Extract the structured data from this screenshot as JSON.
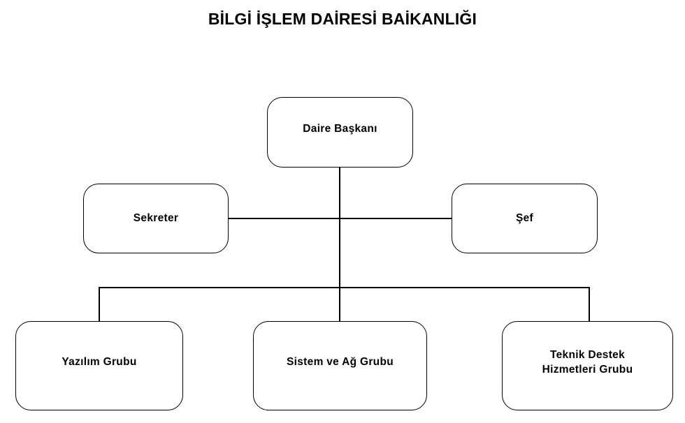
{
  "diagram": {
    "title": "BİLGİ İŞLEM DAİRESİ BAİKANLIĞI",
    "type": "organizational-chart",
    "colors": {
      "background": "#ffffff",
      "box_border": "#000000",
      "box_fill": "#ffffff",
      "line": "#000000",
      "text": "#000000"
    },
    "nodes": {
      "head": {
        "label": "Daire Başkanı",
        "level": 1
      },
      "secretary": {
        "label": "Sekreter",
        "level": 2
      },
      "chief": {
        "label": "Şef",
        "level": 2
      },
      "group_software": {
        "label": "Yazılım  Grubu",
        "level": 3
      },
      "group_system_network": {
        "label": "Sistem  ve Ağ Grubu",
        "level": 3
      },
      "group_technical_support": {
        "label": "Teknik Destek\nHizmetleri  Grubu",
        "level": 3
      }
    },
    "edges": [
      {
        "from": "head",
        "to": "secretary"
      },
      {
        "from": "head",
        "to": "chief"
      },
      {
        "from": "head",
        "to": "group_software"
      },
      {
        "from": "head",
        "to": "group_system_network"
      },
      {
        "from": "head",
        "to": "group_technical_support"
      }
    ]
  }
}
